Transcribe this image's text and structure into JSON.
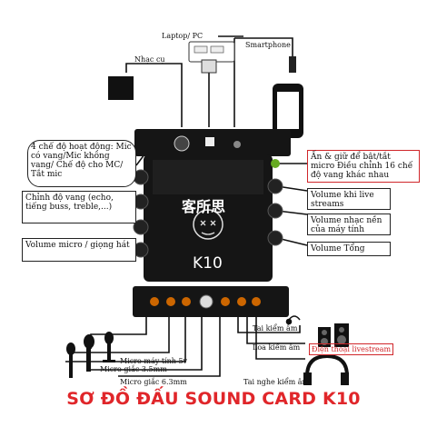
{
  "title": "SƠ ĐỒ ĐẤU SOUND CARD K10",
  "device": {
    "brand_cn": "客所思",
    "model": "K10"
  },
  "sources": {
    "laptop": "Laptop/ PC",
    "smartphone": "Smartphone",
    "instrument": "Nhạc cụ"
  },
  "callouts": {
    "modes": "4 chế độ hoạt động: Mic có vang/Mic không vang/ Chế độ cho MC/ Tắt mic",
    "echo": "Chỉnh độ vang (echo, tiếng buss, treble,...)",
    "mic_volume": "Volume micro / giọng hát",
    "press_hold": "Ấn & giữ để bật/tắt micro Điều chỉnh 16 chế độ vang khác nhau",
    "livestream_volume": "Volume khi live streams",
    "pc_music_volume": "Volume nhạc nền của máy tính",
    "total_volume": "Volume Tổng"
  },
  "bottom_labels": {
    "mic_5v": "Micro máy tính 5v",
    "mic_35": "Micro giắc 3.5mm",
    "mic_63": "Micro giắc 6.3mm",
    "earphone": "Tai kiểm âm",
    "speaker": "Loa kiểm âm",
    "phone_livestream": "Điện thoại livestream",
    "headphone": "Tai nghe kiểm âm"
  },
  "colors": {
    "title": "#e0262a",
    "accent_border": "#d0262a",
    "device": "#151515"
  }
}
